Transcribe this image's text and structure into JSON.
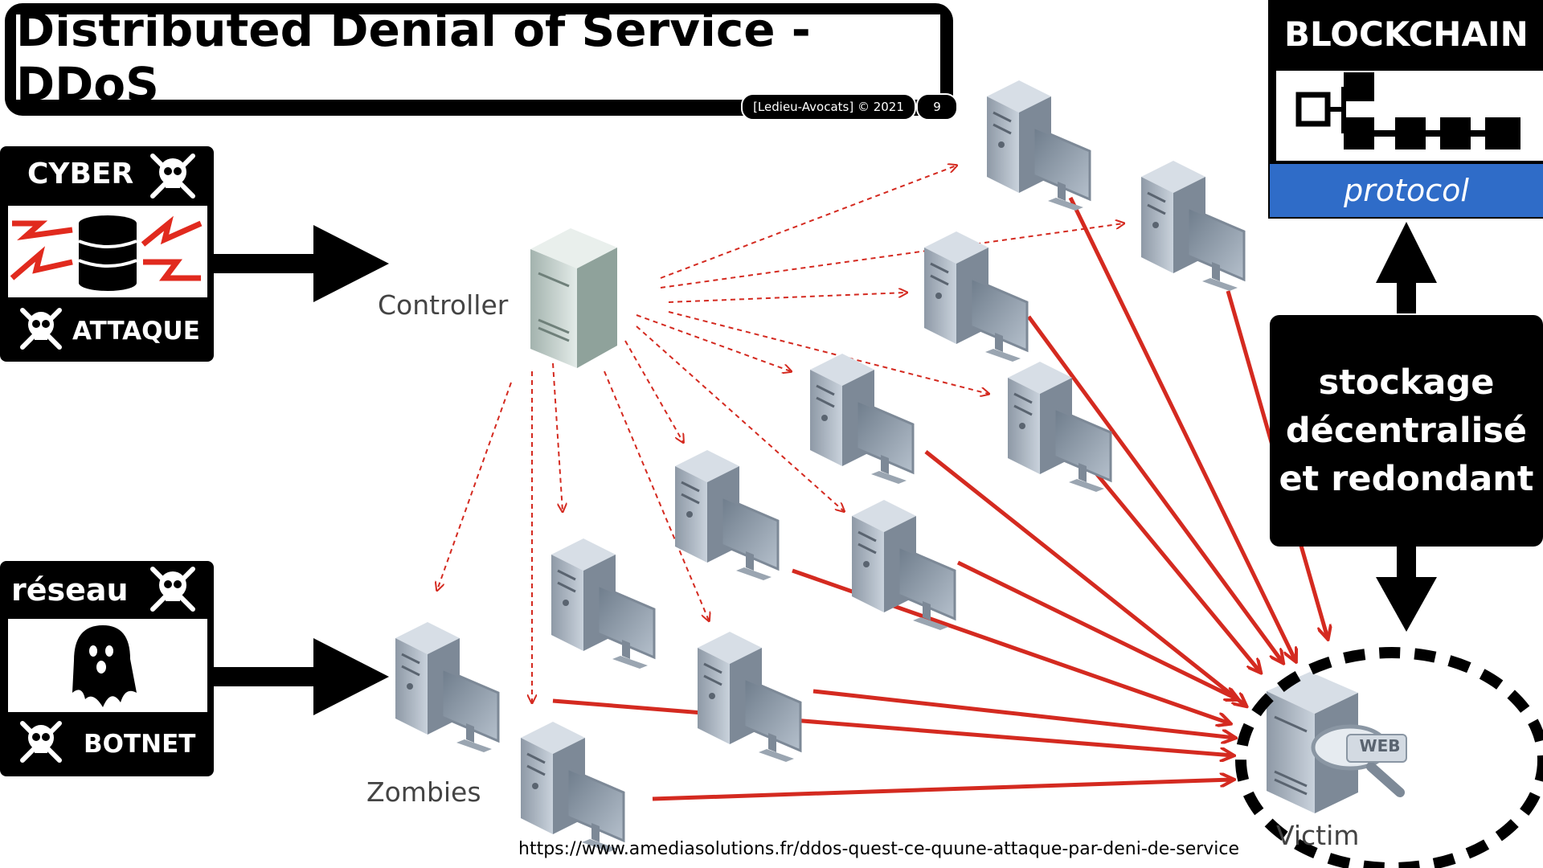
{
  "title": "Distributed Denial of Service - DDoS",
  "credit": "[Ledieu-Avocats] © 2021",
  "page_number": "9",
  "left_badges": {
    "cyber": {
      "top": "CYBER",
      "bottom": "ATTAQUE",
      "top_icon": "skull-crossbones-icon",
      "image_icon": "database-attack-icon"
    },
    "reseau": {
      "top": "réseau",
      "bottom": "BOTNET",
      "top_icon": "skull-crossbones-icon",
      "image_icon": "ghost-icon"
    }
  },
  "blockchain": {
    "title": "BLOCKCHAIN",
    "protocol": "protocol",
    "protocol_color": "#2f6cc8"
  },
  "storage_box": {
    "line1": "stockage",
    "line2": "décentralisé",
    "line3": "et redondant"
  },
  "diagram": {
    "controller_label": "Controller",
    "zombies_label": "Zombies",
    "victim_label": "Victim",
    "web_badge": "WEB",
    "attack_color": "#d42a20",
    "command_color": "#d42a20"
  },
  "source_url": "https://www.amediasolutions.fr/ddos-quest-ce-quune-attaque-par-deni-de-service"
}
